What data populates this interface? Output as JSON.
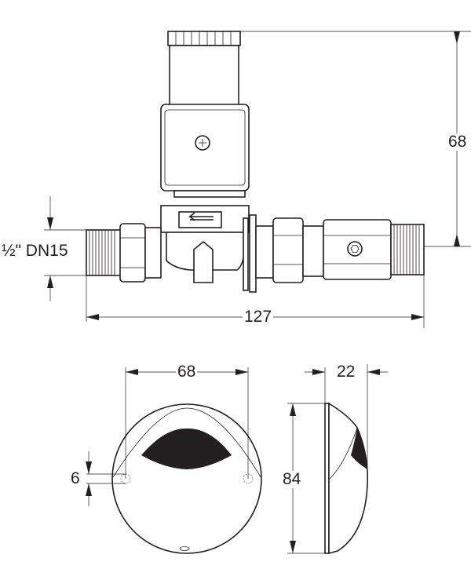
{
  "dimensions": {
    "valve_height": "68",
    "valve_length": "127",
    "pipe_size": "½\" DN15",
    "cover_hole_spacing": "68",
    "cover_hole_diameter": "6",
    "cover_diameter": "84",
    "cover_depth": "22"
  }
}
